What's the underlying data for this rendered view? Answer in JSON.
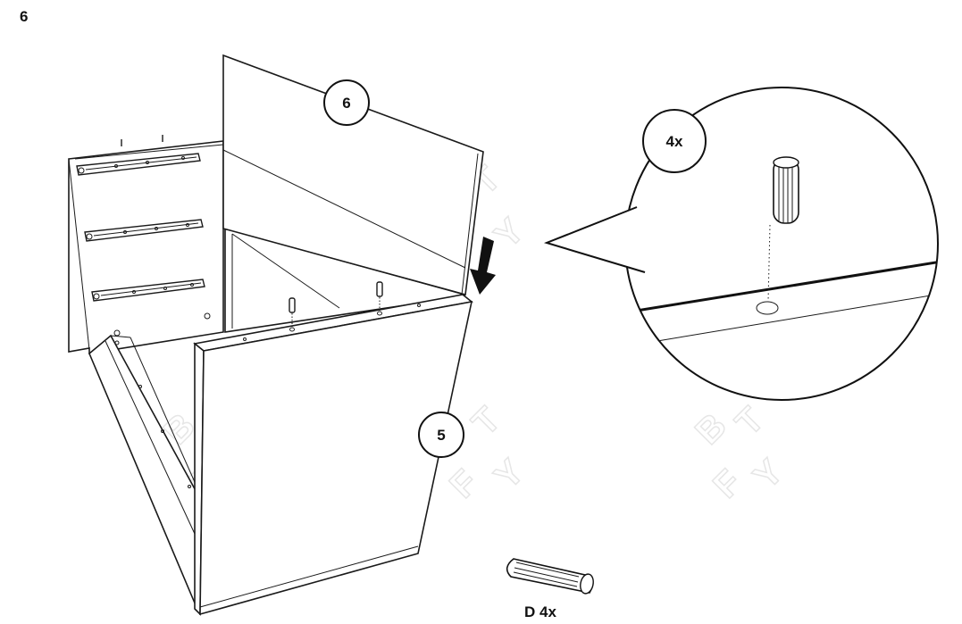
{
  "step": {
    "number": "6"
  },
  "callouts": {
    "panel_top": "6",
    "panel_front": "5",
    "zoom_count": "4x"
  },
  "parts": {
    "label": "D 4x"
  },
  "watermark": {
    "letters": [
      "B",
      "T",
      "F",
      "Y"
    ]
  },
  "colors": {
    "ink": "#1a1a1a",
    "paper": "#ffffff",
    "watermark": "#e6e6e6"
  }
}
